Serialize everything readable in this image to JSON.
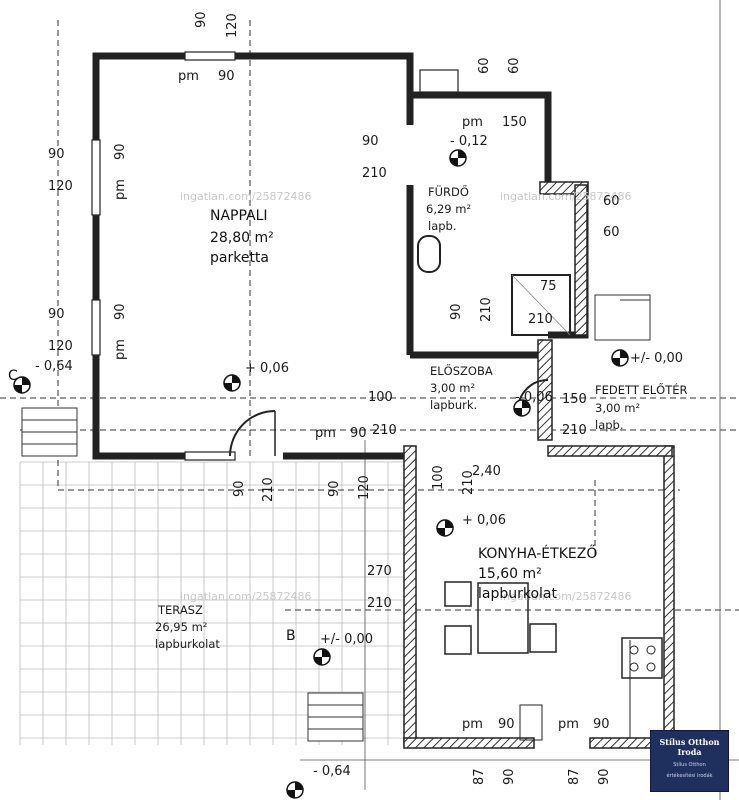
{
  "rooms": {
    "nappali": {
      "name": "NAPPALI",
      "area": "28,80 m²",
      "floor": "parketta",
      "level": "+ 0,06"
    },
    "furdo": {
      "name": "FÜRDŐ",
      "area": "6,29 m²",
      "floor": "lapb.",
      "level": "- 0,12"
    },
    "eloszoba": {
      "name": "ELŐSZOBA",
      "area": "3,00 m²",
      "floor": "lapburk.",
      "level": "- 0,06"
    },
    "fedett": {
      "name": "FEDETT ELŐTÉR",
      "area": "3,00 m²",
      "floor": "lapb.",
      "level": "+/- 0,00"
    },
    "konyha": {
      "name": "KONYHA-ÉTKEZŐ",
      "area": "15,60 m²",
      "floor": "lapburkolat",
      "level": "+ 0,06"
    },
    "terasz": {
      "name": "TERASZ",
      "area": "26,95 m²",
      "floor": "lapburkolat",
      "level": "+/- 0,00"
    }
  },
  "levels": {
    "outside_c": "- 0,64",
    "outside_bottom": "- 0,64"
  },
  "sections": {
    "c": "C",
    "b": "B"
  },
  "dims": {
    "top_90": "90",
    "top_120": "120",
    "pm_top": "pm",
    "pm_top_val": "90",
    "right_60a": "60",
    "right_60b": "60",
    "furdo_pm": "pm",
    "furdo_150": "150",
    "furdo_door_90": "90",
    "furdo_door_210": "210",
    "right_side_60a": "60",
    "right_side_60b": "60",
    "left_90a": "90",
    "left_120a": "120",
    "left_pm_a": "pm",
    "left_90_a2": "90",
    "left_90b": "90",
    "left_120b": "120",
    "left_pm_b": "pm",
    "left_90_b2": "90",
    "wc_75": "75",
    "wc_210": "210",
    "wc_90": "90",
    "wc_210b": "210",
    "elo_100": "100",
    "elo_150": "150",
    "elo_210": "210",
    "bottom_pm": "pm",
    "bottom_90": "90",
    "bottom_210": "210",
    "below_90a": "90",
    "below_210a": "210",
    "below_90b": "90",
    "below_120": "120",
    "k_100": "100",
    "k_210": "210",
    "k_240": "2,40",
    "k_270": "270",
    "k_210b": "210",
    "k_pm1": "pm",
    "k_90a": "90",
    "k_pm2": "pm",
    "k_90b": "90",
    "foot_87a": "87",
    "foot_90a": "90",
    "foot_87b": "87",
    "foot_90b": "90"
  },
  "watermark": "ingatlan.com/25872486",
  "logo": {
    "line1": "Stílus Otthon",
    "line2": "Iroda",
    "line3": "Stílus Otthon",
    "line4": "értékesítési irodák"
  }
}
